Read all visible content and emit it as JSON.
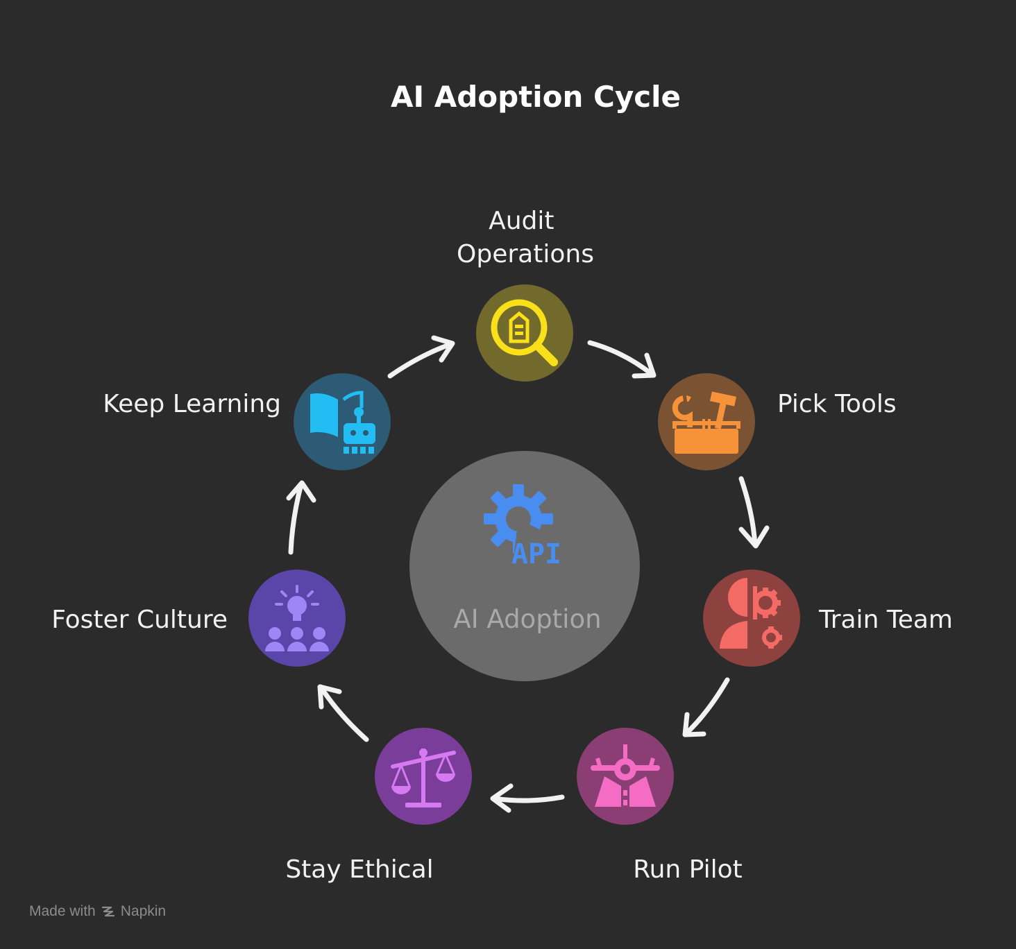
{
  "title": "AI Adoption Cycle",
  "center": {
    "label": "AI Adoption",
    "icon": "gear-api-icon",
    "icon_text": "API",
    "color": "#6b6b6b"
  },
  "steps": [
    {
      "id": "audit",
      "label_lines": [
        "Audit",
        "Operations"
      ],
      "icon": "magnifier-building-icon",
      "circle_color": "#726a2c",
      "icon_color": "#f9e01b"
    },
    {
      "id": "pick-tools",
      "label_lines": [
        "Pick Tools"
      ],
      "icon": "toolbox-icon",
      "circle_color": "#7b5232",
      "icon_color": "#f5923a"
    },
    {
      "id": "train-team",
      "label_lines": [
        "Train Team"
      ],
      "icon": "person-gear-icon",
      "circle_color": "#8e4240",
      "icon_color": "#f46a64"
    },
    {
      "id": "run-pilot",
      "label_lines": [
        "Run Pilot"
      ],
      "icon": "airplane-runway-icon",
      "circle_color": "#8a3e73",
      "icon_color": "#f46cc4"
    },
    {
      "id": "stay-ethical",
      "label_lines": [
        "Stay Ethical"
      ],
      "icon": "scales-icon",
      "circle_color": "#7a3e9a",
      "icon_color": "#d67af2"
    },
    {
      "id": "foster-culture",
      "label_lines": [
        "Foster Culture"
      ],
      "icon": "team-idea-icon",
      "circle_color": "#5a45a8",
      "icon_color": "#9f86f6"
    },
    {
      "id": "keep-learning",
      "label_lines": [
        "Keep Learning"
      ],
      "icon": "book-robot-icon",
      "circle_color": "#2d5a74",
      "icon_color": "#22bdf2"
    }
  ],
  "footer": {
    "prefix": "Made with",
    "brand": "Napkin"
  }
}
